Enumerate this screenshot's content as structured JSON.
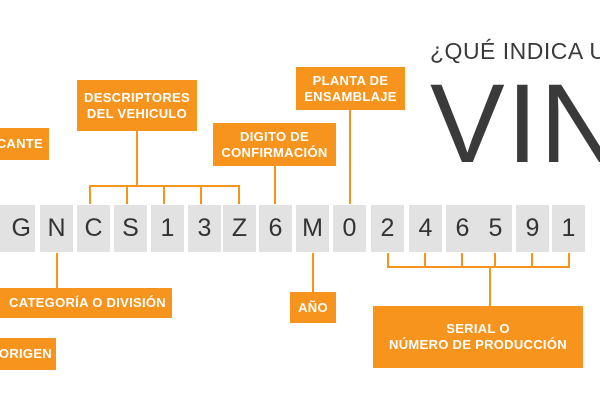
{
  "title": {
    "question": "¿QUÉ INDICA UN",
    "acronym": "VIN"
  },
  "vin_characters": [
    "G",
    "N",
    "C",
    "S",
    "1",
    "3",
    "Z",
    "6",
    "M",
    "0",
    "2",
    "4",
    "6",
    "5",
    "9",
    "1"
  ],
  "labels": {
    "fabricante": "CANTE",
    "descriptores": "DESCRIPTORES\nDEL VEHICULO",
    "digito": "DIGITO DE\nCONFIRMACIÓN",
    "planta": "PLANTA DE\nENSAMBLAJE",
    "categoria": "CATEGORÍA O DIVISIÓN",
    "origen": "ORIGEN",
    "anio": "AÑO",
    "serial": "SERIAL O\nNÚMERO DE PRODUCCIÓN"
  },
  "colors": {
    "accent": "#f7941d",
    "char_bg": "#e2e2e2",
    "text_dark": "#3a3a3a"
  }
}
